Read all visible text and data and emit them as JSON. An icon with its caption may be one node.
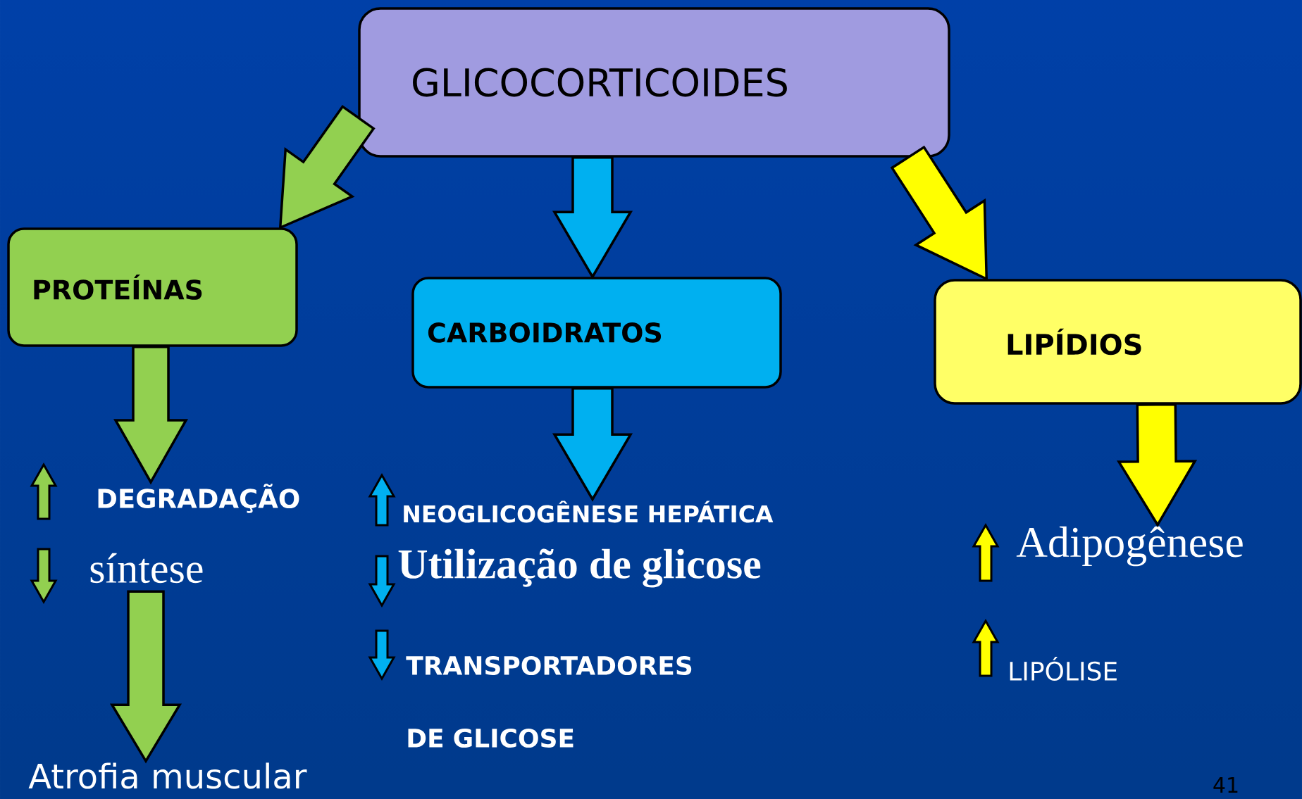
{
  "diagram": {
    "nodes": [
      {
        "text": [
          "GLICOCORTICOIDES"
        ]
      },
      {
        "text": [
          "PROTEÍNAS"
        ]
      },
      {
        "text": [
          "CARBOIDRATOS"
        ]
      },
      {
        "text": [
          "LIPÍDIOS"
        ]
      },
      {
        "text": [
          "DEGRADAÇÃO"
        ]
      },
      {
        "text": [
          "síntese"
        ]
      },
      {
        "text": [
          "Atrofia muscular"
        ]
      },
      {
        "text": [
          "NEOGLICOGÊNESE HEPÁTICA"
        ]
      },
      {
        "text": [
          "Utilização de glicose"
        ]
      },
      {
        "text": [
          "TRANSPORTADORES DE GLICOSE"
        ]
      },
      {
        "text": [
          "Adipogênese"
        ]
      },
      {
        "text": [
          "LIPÓLISE"
        ]
      }
    ],
    "edges": [
      {
        "from": 0,
        "to": 1,
        "arrow": "to",
        "color": "#92d050"
      },
      {
        "from": 0,
        "to": 2,
        "arrow": "to",
        "color": "#00b0f0"
      },
      {
        "from": 0,
        "to": 3,
        "arrow": "to",
        "color": "#ffff00"
      },
      {
        "from": 1,
        "to": 4,
        "arrow": "to",
        "color": "#92d050"
      },
      {
        "from": 5,
        "to": 6,
        "arrow": "to",
        "color": "#92d050"
      },
      {
        "from": 2,
        "to": 7,
        "arrow": "to",
        "color": "#00b0f0"
      },
      {
        "from": 3,
        "to": 10,
        "arrow": "to",
        "color": "#ffff00"
      }
    ],
    "labels": [
      "41"
    ]
  }
}
